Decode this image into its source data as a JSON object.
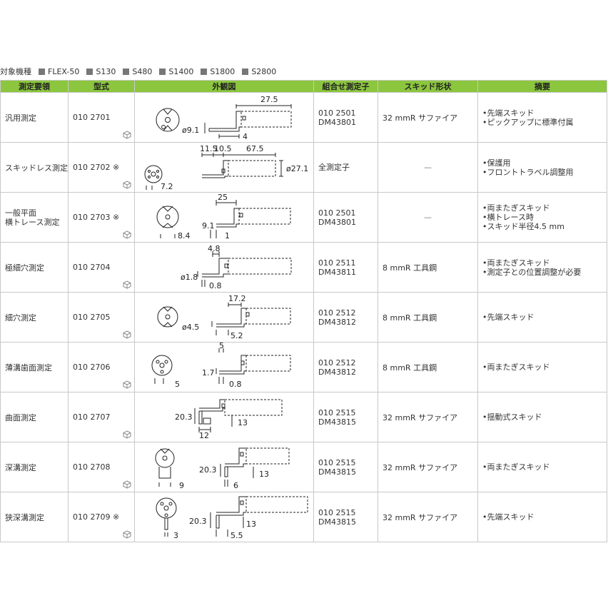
{
  "models": {
    "label": "対象機種",
    "items": [
      "FLEX-50",
      "S130",
      "S480",
      "S1400",
      "S1800",
      "S2800"
    ]
  },
  "table": {
    "headers": [
      "測定要領",
      "型式",
      "外観図",
      "組合せ測定子",
      "スキッド形状",
      "摘要"
    ],
    "rows": [
      {
        "name": "汎用測定",
        "code": "010 2701",
        "probe1": "010 2501",
        "probe2": "DM43801",
        "skid": "32 mmR サファイア",
        "notes": [
          "•先端スキッド",
          "•ピックアップに標準付属"
        ],
        "dims": [
          "27.5",
          "ø9.1",
          "4"
        ]
      },
      {
        "name": "スキッドレス測定",
        "code": "010 2702 ※",
        "probe1": "全測定子",
        "probe2": "",
        "skid": "—",
        "notes": [
          "•保護用",
          "•フロントトラベル調整用"
        ],
        "dims": [
          "11.5",
          "10.5",
          "67.5",
          "ø27.1",
          "7.2"
        ]
      },
      {
        "name": "一般平面\n横トレース測定",
        "code": "010 2703 ※",
        "probe1": "010 2501",
        "probe2": "DM43801",
        "skid": "—",
        "notes": [
          "•両またぎスキッド",
          "•横トレース時",
          "•スキッド半径4.5 mm"
        ],
        "dims": [
          "25",
          "9.1",
          "8.4",
          "1"
        ]
      },
      {
        "name": "極細穴測定",
        "code": "010 2704",
        "probe1": "010 2511",
        "probe2": "DM43811",
        "skid": "8 mmR 工具鋼",
        "notes": [
          "•両またぎスキッド",
          "•測定子との位置調整が必要"
        ],
        "dims": [
          "4.8",
          "ø1.8",
          "0.8"
        ]
      },
      {
        "name": "細穴測定",
        "code": "010 2705",
        "probe1": "010 2512",
        "probe2": "DM43812",
        "skid": "8 mmR 工具鋼",
        "notes": [
          "•先端スキッド"
        ],
        "dims": [
          "17.2",
          "ø4.5",
          "5.2"
        ]
      },
      {
        "name": "薄溝歯面測定",
        "code": "010 2706",
        "probe1": "010 2512",
        "probe2": "DM43812",
        "skid": "8 mmR 工具鋼",
        "notes": [
          "•両またぎスキッド"
        ],
        "dims": [
          "5",
          "1.7",
          "5",
          "0.8"
        ]
      },
      {
        "name": "曲面測定",
        "code": "010 2707",
        "probe1": "010 2515",
        "probe2": "DM43815",
        "skid": "32 mmR サファイア",
        "notes": [
          "•揺動式スキッド"
        ],
        "dims": [
          "20.3",
          "12",
          "13"
        ]
      },
      {
        "name": "深溝測定",
        "code": "010 2708",
        "probe1": "010 2515",
        "probe2": "DM43815",
        "skid": "32 mmR サファイア",
        "notes": [
          "•両またぎスキッド"
        ],
        "dims": [
          "20.3",
          "13",
          "9",
          "6"
        ]
      },
      {
        "name": "狭深溝測定",
        "code": "010 2709 ※",
        "probe1": "010 2515",
        "probe2": "DM43815",
        "skid": "32 mmR サファイア",
        "notes": [
          "•先端スキッド"
        ],
        "dims": [
          "20.3",
          "13",
          "3",
          "5.5"
        ]
      }
    ]
  }
}
